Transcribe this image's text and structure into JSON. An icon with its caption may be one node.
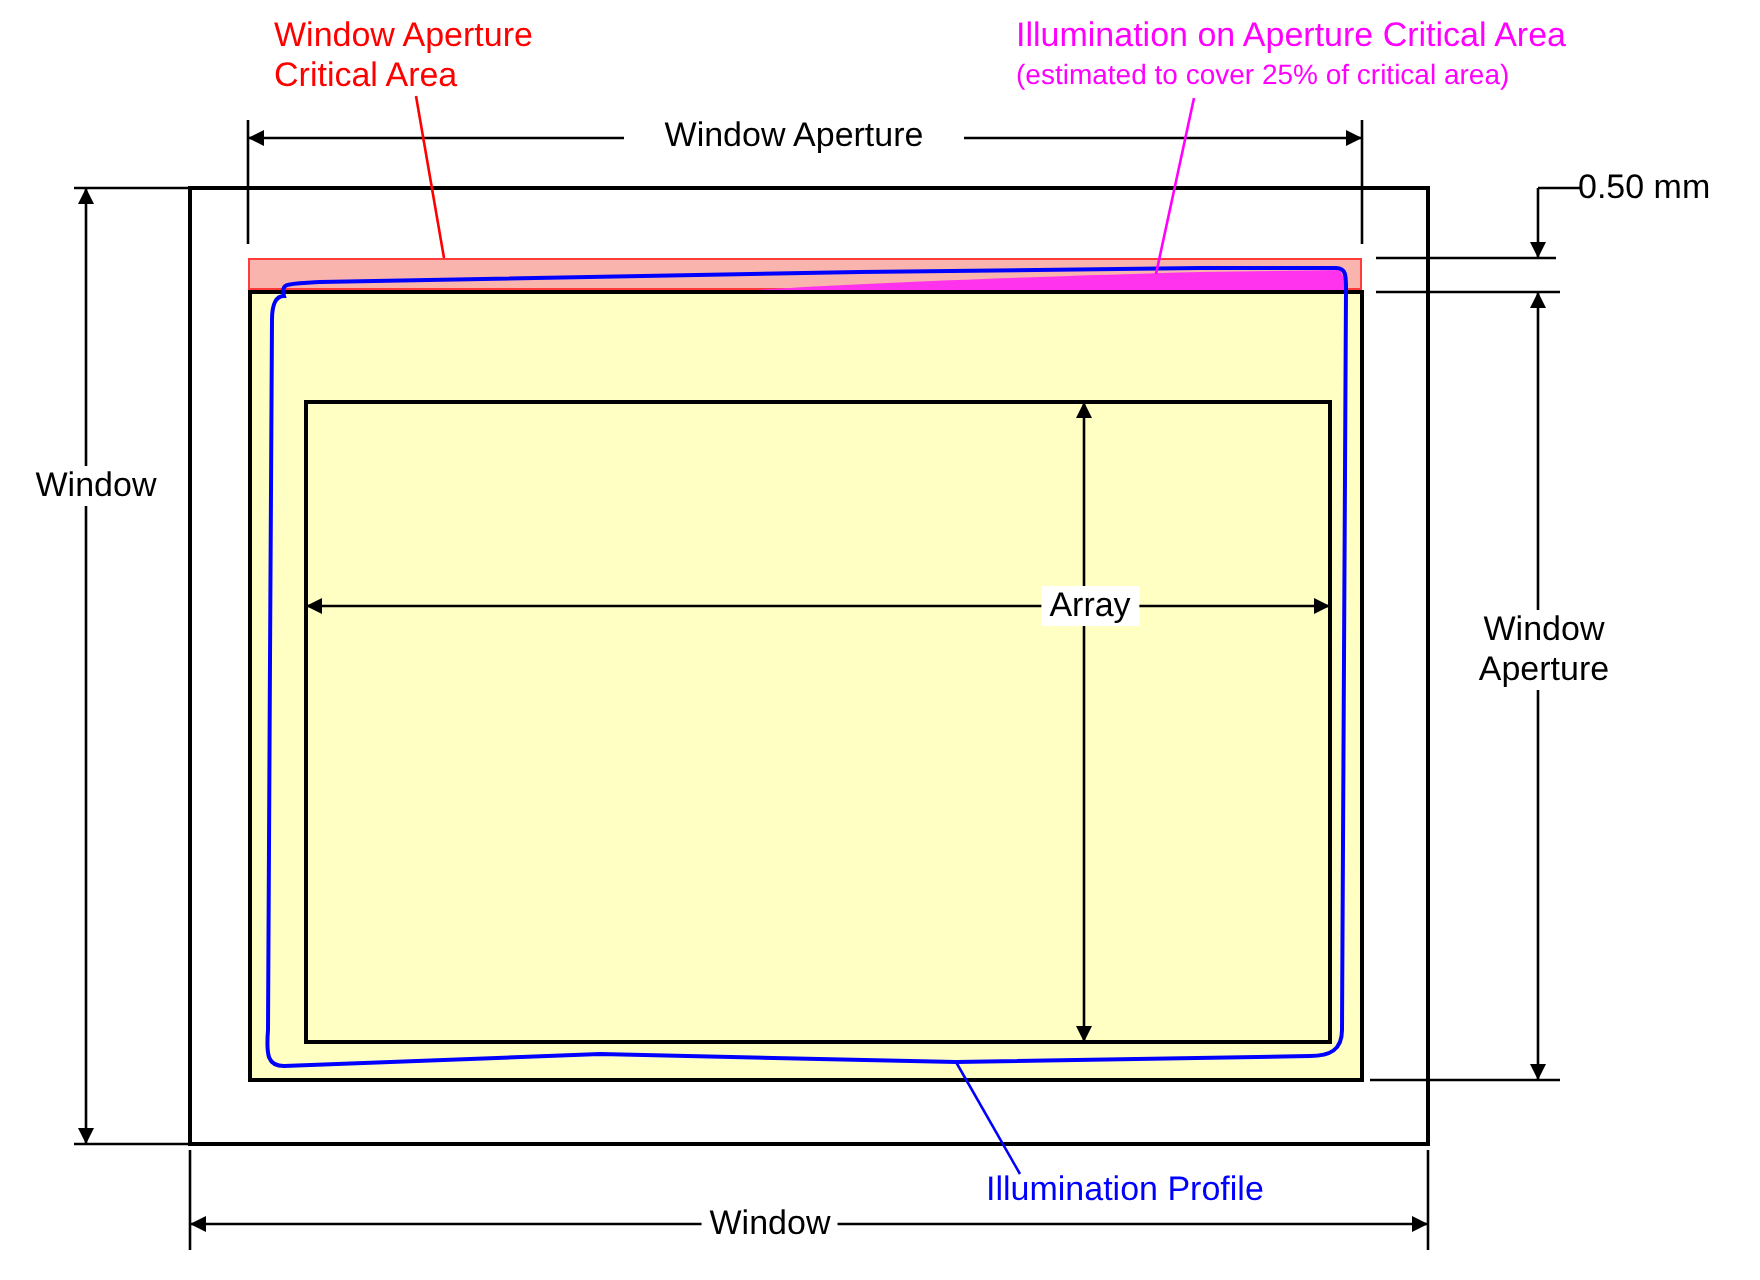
{
  "diagram": {
    "nodes": [
      {
        "text": [
          "Window Aperture Critical Area"
        ]
      },
      {
        "text": [],
        "shape": "bar"
      },
      {
        "text": [
          "Illumination on Aperture Critical Area",
          "(estimated to cover 25% of critical area)"
        ]
      },
      {
        "text": [],
        "shape": "bar"
      },
      {
        "text": [
          "Illumination Profile"
        ]
      },
      {
        "text": [],
        "shape": "box"
      }
    ],
    "edges": [
      {
        "from": 0,
        "to": 1,
        "arrow": "none",
        "color": "#ff0000"
      },
      {
        "from": 2,
        "to": 3,
        "arrow": "none",
        "color": "#ff00ff"
      },
      {
        "from": 4,
        "to": 5,
        "arrow": "none",
        "color": "#0000ff"
      }
    ],
    "labels": [
      "Window Aperture",
      "0.50 mm",
      "Window",
      "Array",
      "Window Aperture",
      "Window"
    ]
  }
}
